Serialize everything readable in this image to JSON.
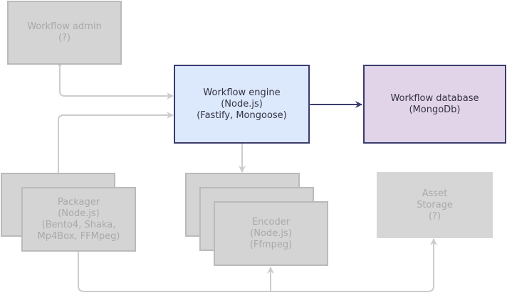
{
  "workflow_admin": {
    "title": "Workflow admin",
    "subtitle": "(?)"
  },
  "workflow_engine": {
    "title": "Workflow engine",
    "runtime": "(Node.js)",
    "libs": "(Fastify, Mongoose)"
  },
  "workflow_database": {
    "title": "Workflow database",
    "tech": "(MongoDb)"
  },
  "packager": {
    "title": "Packager",
    "runtime": "(Node.js)",
    "tools_1": "(Bento4, Shaka,",
    "tools_2": "Mp4Box, FFMpeg)"
  },
  "encoder": {
    "title": "Encoder",
    "runtime": "(Node.js)",
    "tools": "(Ffmpeg)"
  },
  "asset_storage": {
    "line_1": "Asset",
    "line_2": "Storage",
    "subtitle": "(?)"
  },
  "colors": {
    "active_border": "#3b3b6e",
    "engine_fill": "#dce8fb",
    "database_fill": "#e2d4e8",
    "inactive_fill": "#d4d4d4",
    "inactive_border": "#bababa",
    "inactive_text": "#a9a9a9",
    "inactive_arrow": "#cccccc"
  }
}
